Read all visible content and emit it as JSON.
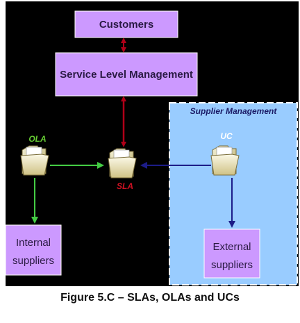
{
  "diagram": {
    "customers_label": "Customers",
    "slm_label": "Service Level Management",
    "supplier_management_label": "Supplier Management",
    "ola_label": "OLA",
    "sla_label": "SLA",
    "uc_label": "UC",
    "internal_suppliers_line1": "Internal",
    "internal_suppliers_line2": "suppliers",
    "external_suppliers_line1": "External",
    "external_suppliers_line2": "suppliers"
  },
  "caption": "Figure 5.C – SLAs, OLAs and UCs",
  "colors": {
    "background": "#000000",
    "box_fill": "#cc99ff",
    "supplier_region_fill": "#99ccff",
    "red_arrow": "#b00018",
    "green_arrow": "#44cc44",
    "blue_arrow": "#1c1c88",
    "ola_text": "#66cc33",
    "sla_text": "#cc1122",
    "uc_text": "#ffffff",
    "supplier_title_text": "#1a1a66"
  }
}
